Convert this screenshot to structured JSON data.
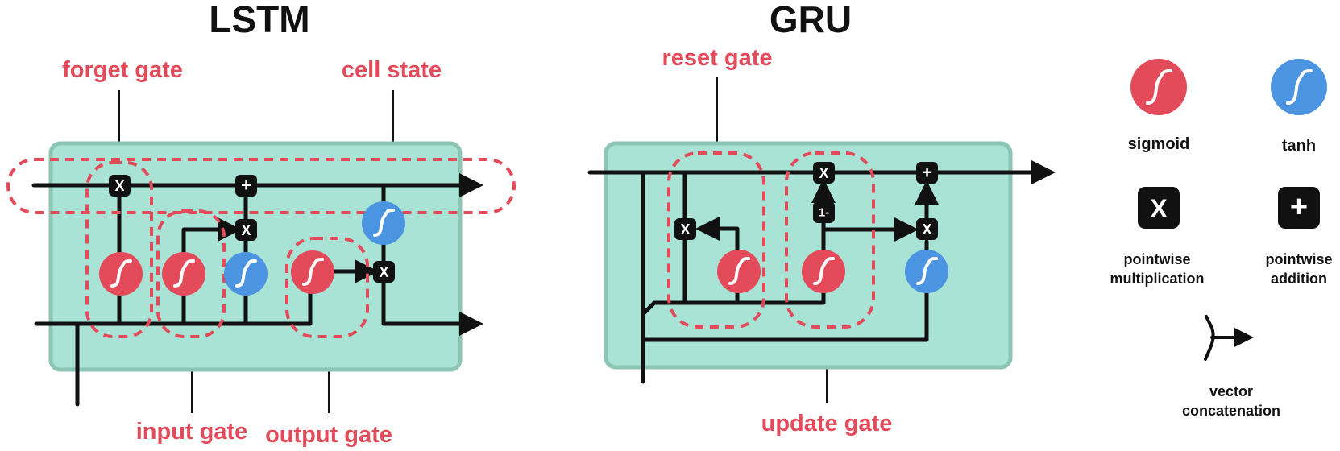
{
  "lstm": {
    "title": "LSTM",
    "labels": {
      "forget_gate": "forget gate",
      "cell_state": "cell state",
      "input_gate": "input gate",
      "output_gate": "output gate"
    }
  },
  "gru": {
    "title": "GRU",
    "labels": {
      "reset_gate": "reset gate",
      "update_gate": "update gate"
    }
  },
  "ops": {
    "multiply": "X",
    "add": "+",
    "one_minus": "1-"
  },
  "legend": {
    "sigmoid": "sigmoid",
    "tanh": "tanh",
    "pointwise_multiplication_1": "pointwise",
    "pointwise_multiplication_2": "multiplication",
    "pointwise_addition_1": "pointwise",
    "pointwise_addition_2": "addition",
    "vector_concatenation_1": "vector",
    "vector_concatenation_2": "concatenation"
  },
  "colors": {
    "sigmoid": "#e34b5b",
    "tanh": "#4a94e2",
    "label_red": "#e34b5b",
    "cell_fill": "#a8e3d5",
    "cell_border": "#8cc5b4"
  }
}
